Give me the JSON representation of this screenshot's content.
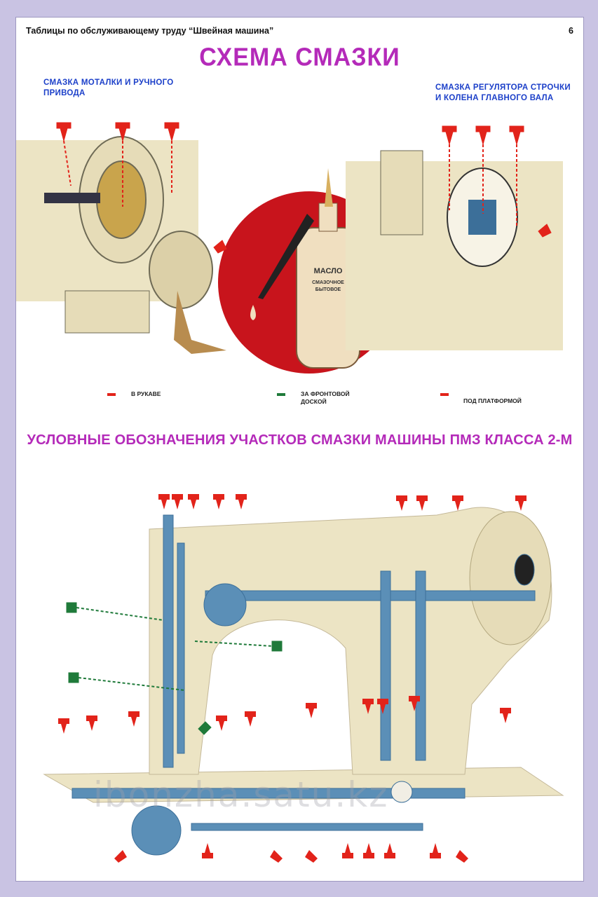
{
  "header": {
    "title": "Таблицы по обслуживающему труду  “Швейная машина”",
    "page_number": "6"
  },
  "main_title": "СХЕМА СМАЗКИ",
  "left_caption": "СМАЗКА МОТАЛКИ И РУЧНОГО ПРИВОДА",
  "right_caption": "СМАЗКА РЕГУЛЯТОРА СТРОЧКИ И КОЛЕНА ГЛАВНОГО ВАЛА",
  "oiler_label": {
    "line1": "МАСЛО",
    "line2": "СМАЗОЧНОЕ",
    "line3": "БЫТОВОЕ"
  },
  "legend": [
    {
      "label": "В РУКАВЕ",
      "color": "#e2231a"
    },
    {
      "label": "ЗА ФРОНТОВОЙ ДОСКОЙ",
      "color": "#1f7a3a"
    },
    {
      "label": "ПОД ПЛАТФОРМОЙ",
      "color": "#e2231a"
    }
  ],
  "section_title": "УСЛОВНЫЕ ОБОЗНАЧЕНИЯ УЧАСТКОВ СМАЗКИ МАШИНЫ ПМЗ КЛАССА 2-М",
  "watermark": "ibonzha.satu.kz",
  "colors": {
    "title_magenta": "#b42ab9",
    "caption_blue": "#1b3fc9",
    "arrow_red": "#e2231a",
    "arrow_green": "#1f7a3a",
    "machine_cream": "#ece4c4",
    "mechanism_blue": "#3c6f99",
    "oiler_red": "#c8141c",
    "background": "#c9c3e3"
  }
}
